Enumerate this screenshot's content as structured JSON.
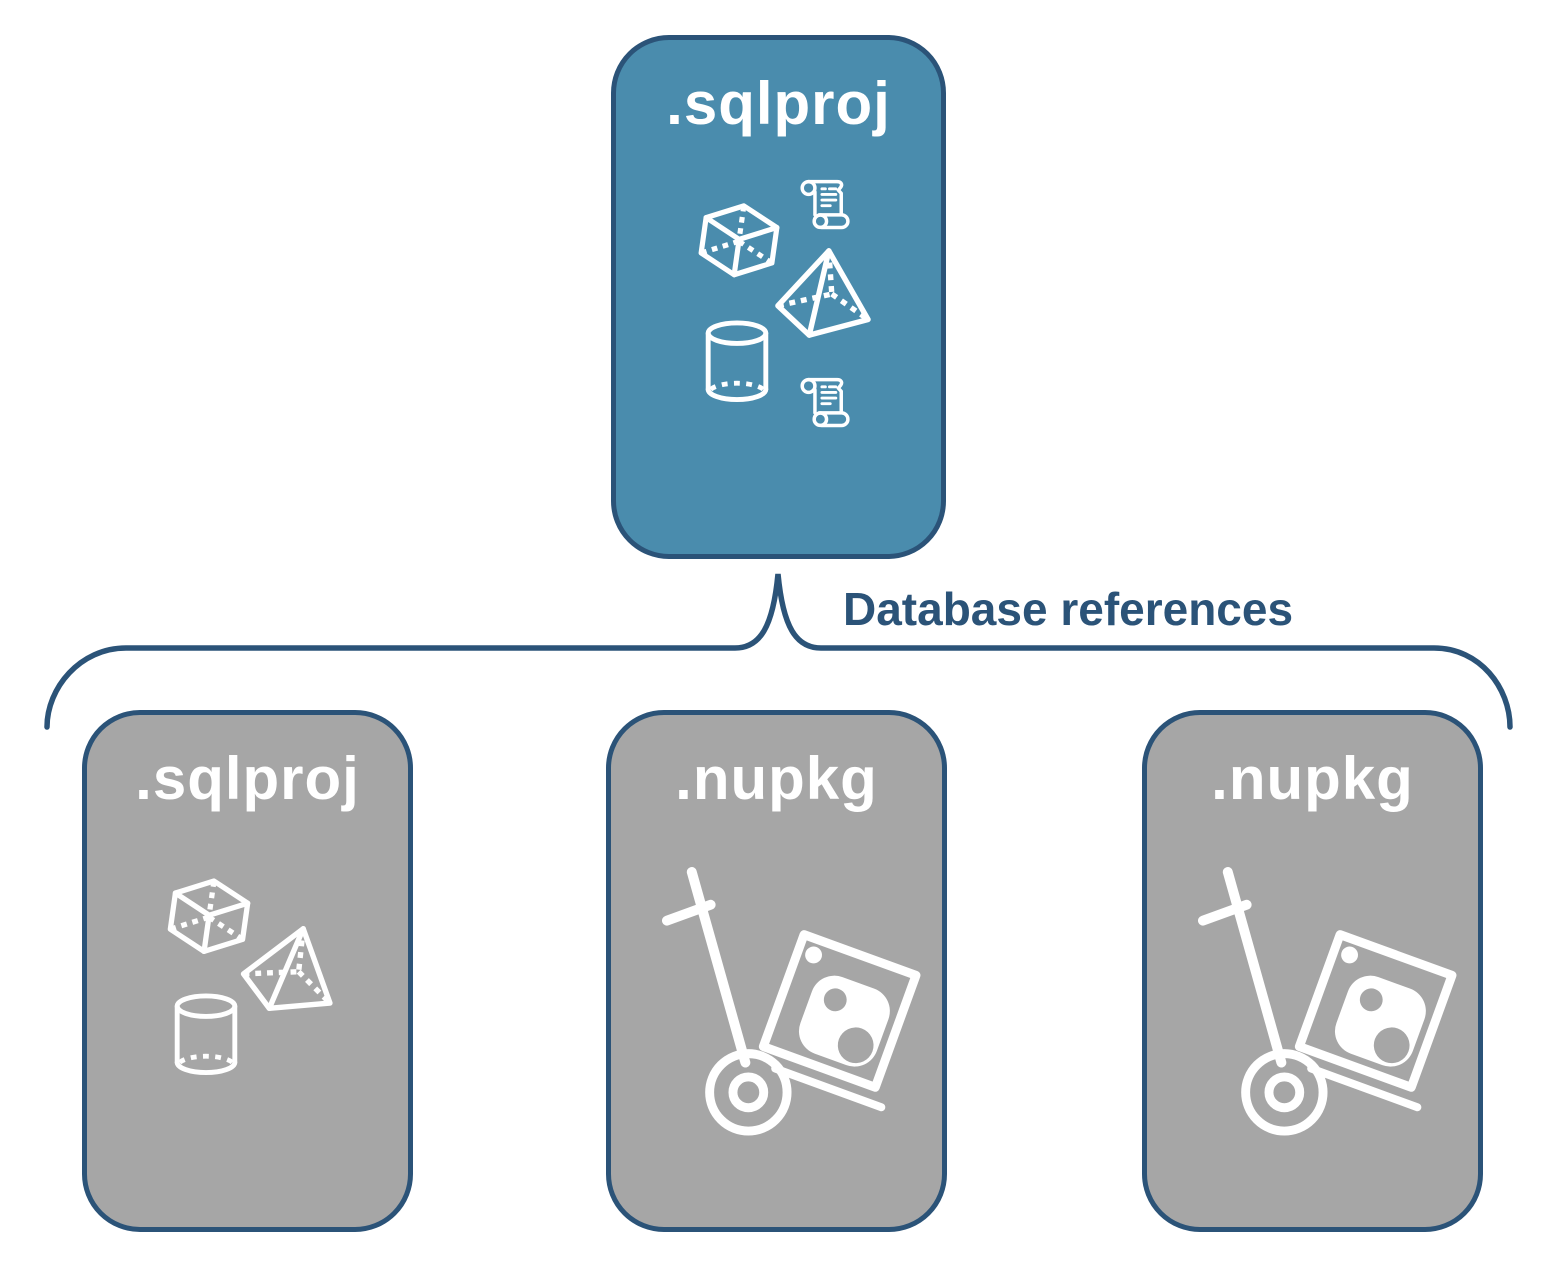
{
  "edge_label": "Database references",
  "root": {
    "title": ".sqlproj",
    "icons": [
      "cube-icon",
      "scroll-icon",
      "pyramid-icon",
      "cylinder-icon",
      "scroll-icon"
    ]
  },
  "children": [
    {
      "title": ".sqlproj",
      "icons": [
        "cube-icon",
        "pyramid-icon",
        "cylinder-icon"
      ]
    },
    {
      "title": ".nupkg",
      "icons": [
        "handtruck-package-icon"
      ]
    },
    {
      "title": ".nupkg",
      "icons": [
        "handtruck-package-icon"
      ]
    }
  ],
  "colors": {
    "root_fill": "#4A8CAD",
    "child_fill": "#A6A6A6",
    "outline": "#2B5378",
    "icon_stroke": "#FFFFFF",
    "canvas": "#FFFFFF"
  }
}
